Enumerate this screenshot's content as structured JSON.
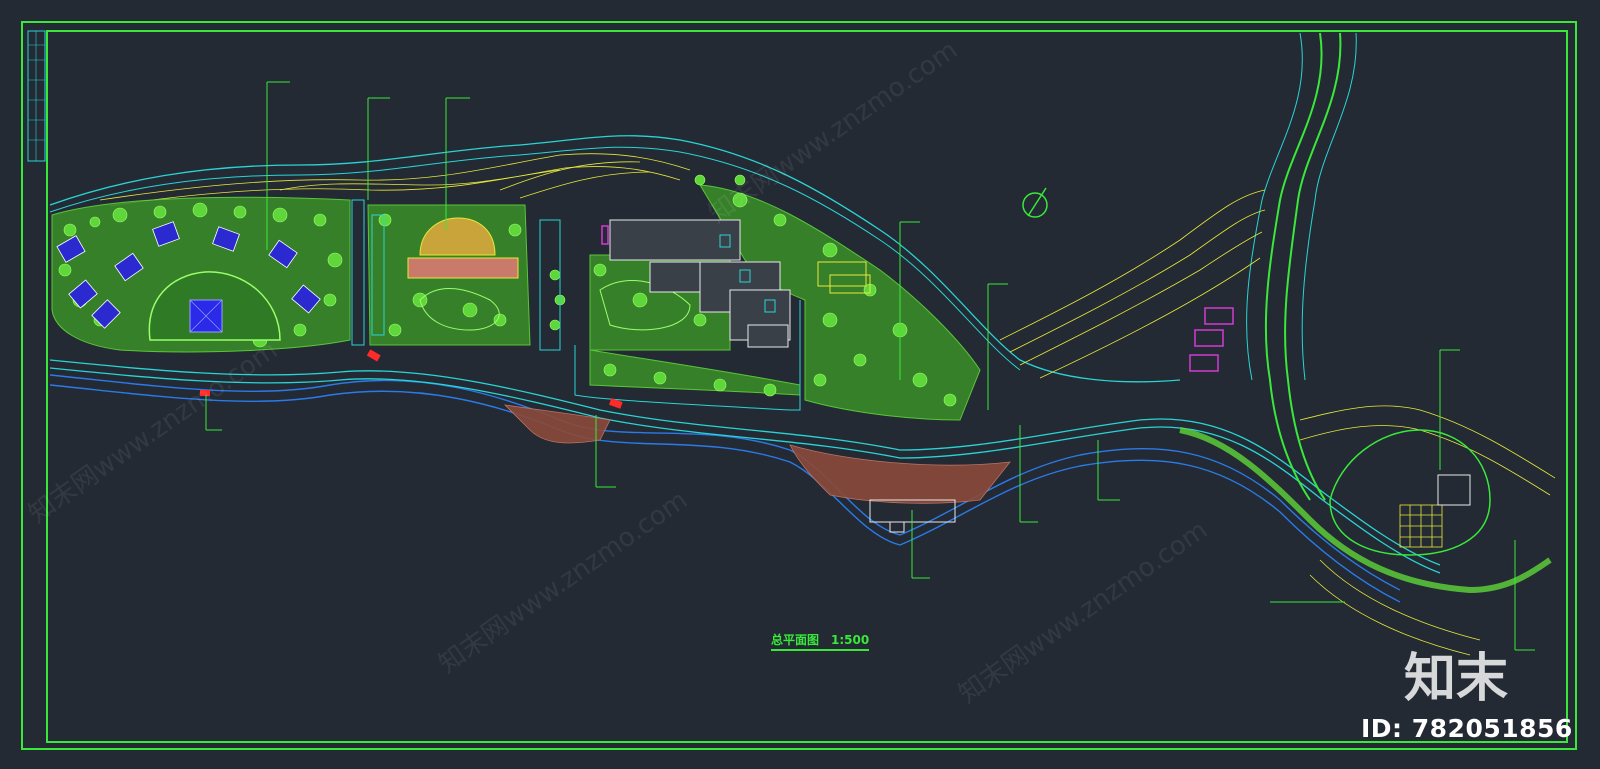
{
  "drawing": {
    "title": "总平面图　1:500",
    "north_arrow": "north-arrow",
    "colors": {
      "background": "#232a33",
      "frame": "#39e83a",
      "water_edge": "#2ad4d4",
      "vegetation": "#5fd63a",
      "contour_yellow": "#e8e83a",
      "building_white": "#e8e8e8",
      "plaza_pink": "#c97a6a",
      "accent_red": "#ff2a2a",
      "water_blue": "#2a2ae8",
      "magenta": "#d23ad2"
    }
  },
  "watermark": {
    "logo_text": "知末",
    "id_text": "ID: 782051856",
    "diagonal_text": "知末网www.znzmo.com"
  }
}
